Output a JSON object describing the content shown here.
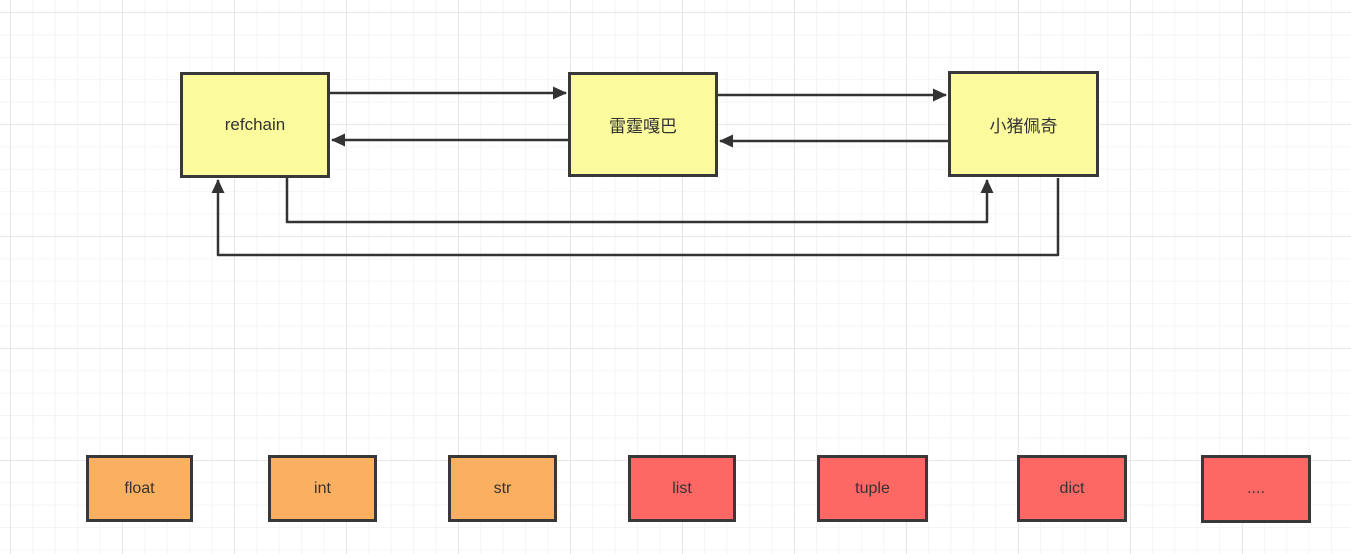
{
  "canvas": {
    "background": "#ffffff",
    "grid_minor_color": "#f4f4f4",
    "grid_major_color": "#e8e8e8",
    "stroke_color": "#333333",
    "text_color": "#333333"
  },
  "nodes": [
    {
      "id": "refchain",
      "label": "refchain",
      "fill": "#FBFB9D"
    },
    {
      "id": "leiting-gaba",
      "label": "雷霆嘎巴",
      "fill": "#FBFB9D"
    },
    {
      "id": "xiaozhu-peiqi",
      "label": "小猪佩奇",
      "fill": "#FBFB9D"
    }
  ],
  "edges": [
    {
      "from": "refchain",
      "to": "雷霆嘎巴",
      "side": "top"
    },
    {
      "from": "雷霆嘎巴",
      "to": "refchain",
      "side": "middle"
    },
    {
      "from": "雷霆嘎巴",
      "to": "小猪佩奇",
      "side": "top"
    },
    {
      "from": "小猪佩奇",
      "to": "雷霆嘎巴",
      "side": "middle"
    },
    {
      "from": "refchain",
      "to": "小猪佩奇",
      "side": "bottom-loop"
    },
    {
      "from": "小猪佩奇",
      "to": "refchain",
      "side": "bottom-loop"
    }
  ],
  "type_boxes": [
    {
      "label": "float",
      "fill": "#FBB061"
    },
    {
      "label": "int",
      "fill": "#FBB061"
    },
    {
      "label": "str",
      "fill": "#FBB061"
    },
    {
      "label": "list",
      "fill": "#FD6865"
    },
    {
      "label": "tuple",
      "fill": "#FD6865"
    },
    {
      "label": "dict",
      "fill": "#FD6865"
    },
    {
      "label": "....",
      "fill": "#FD6865"
    }
  ]
}
